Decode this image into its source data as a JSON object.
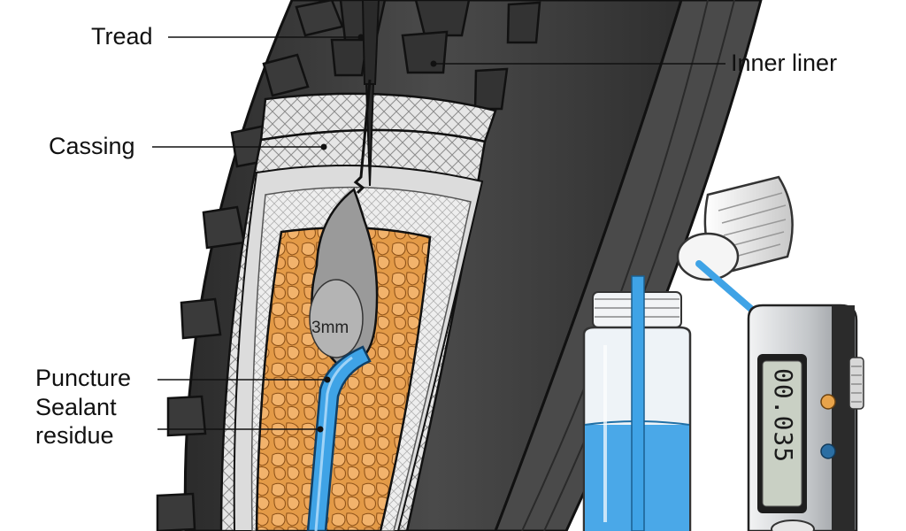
{
  "labels": {
    "tread": "Tread",
    "inner_liner": "Inner liner",
    "casing": "Cassing",
    "puncture": "Puncture",
    "sealant": "Sealant",
    "residue": "residue"
  },
  "hole_size": "3mm",
  "gauge": {
    "reading": "00.035"
  },
  "colors": {
    "tire_rubber": "#3d3d3d",
    "casing_fabric": "#d9d9d9",
    "sealant_fill": "#e8933d",
    "sealant_liquid": "#3fa3e6",
    "bottle_liquid": "#4aa8e8",
    "gauge_body": "#d0d2d4",
    "lcd": "#c9d0c4"
  },
  "icons": {
    "gauge_button_top": "orange-button-icon",
    "gauge_button_bottom": "blue-button-icon"
  }
}
